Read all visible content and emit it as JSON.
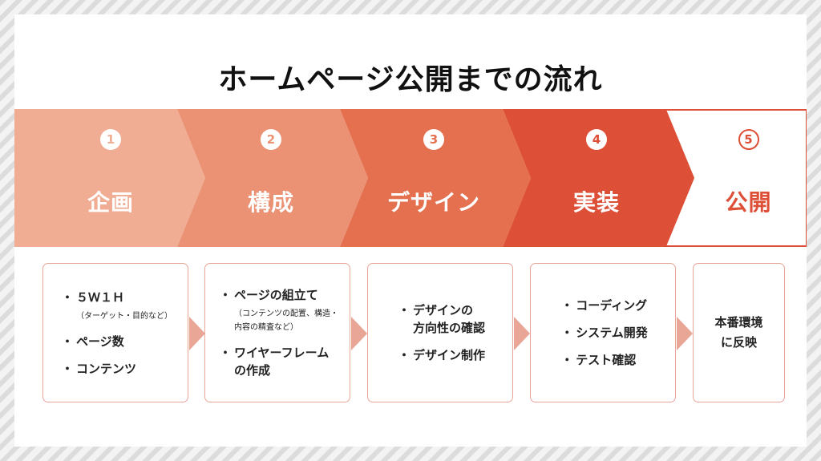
{
  "title": "ホームページ公開までの流れ",
  "colors": {
    "step1": "#f0ad93",
    "step2": "#ea9273",
    "step3": "#e5704f",
    "step4": "#dd4f36",
    "step5_border": "#dd4f36",
    "box_border": "#e9a596"
  },
  "steps": [
    {
      "num": "1",
      "label": "企画"
    },
    {
      "num": "2",
      "label": "構成"
    },
    {
      "num": "3",
      "label": "デザイン"
    },
    {
      "num": "4",
      "label": "実装"
    },
    {
      "num": "5",
      "label": "公開"
    }
  ],
  "boxes": [
    {
      "items": [
        {
          "text": "５Ｗ１Ｈ",
          "sub": "（ターゲット・目的など）"
        },
        {
          "text": "ページ数"
        },
        {
          "text": "コンテンツ"
        }
      ]
    },
    {
      "items": [
        {
          "text": "ページの組立て",
          "sub": "（コンテンツの配置、構造・\n内容の精査など）"
        },
        {
          "text": "ワイヤーフレーム\nの作成"
        }
      ]
    },
    {
      "items": [
        {
          "text": "デザインの\n方向性の確認"
        },
        {
          "text": "デザイン制作"
        }
      ]
    },
    {
      "items": [
        {
          "text": "コーディング"
        },
        {
          "text": "システム開発"
        },
        {
          "text": "テスト確認"
        }
      ]
    },
    {
      "plain": "本番環境\nに反映"
    }
  ],
  "bullet": "・"
}
